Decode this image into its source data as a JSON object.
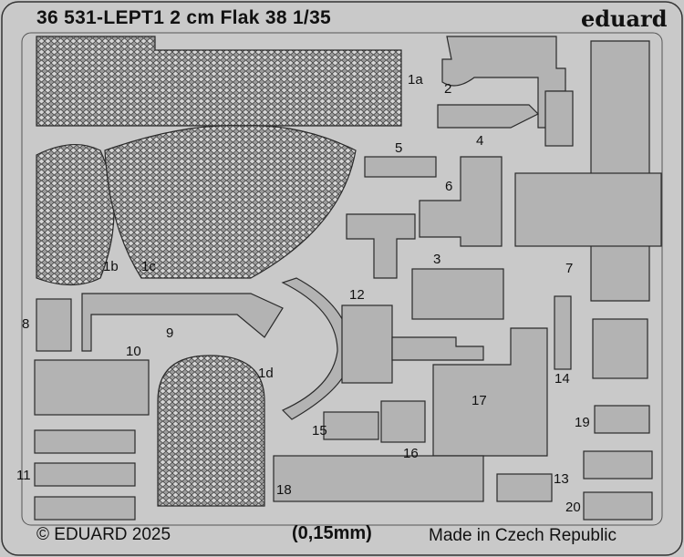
{
  "header": {
    "title": "36 531-LEPT1  2 cm Flak 38  1/35",
    "brand": "eduard"
  },
  "footer": {
    "copyright": "© EDUARD 2025",
    "thickness": "(0,15mm)",
    "origin": "Made in Czech Republic"
  },
  "part_numbers": [
    "1a",
    "1b",
    "1c",
    "1d",
    "2",
    "3",
    "4",
    "5",
    "6",
    "7",
    "8",
    "9",
    "10",
    "11",
    "12",
    "13",
    "14",
    "15",
    "16",
    "17",
    "18",
    "19",
    "20"
  ],
  "colors": {
    "fret": "#c9c9c9",
    "part": "#b3b3b3",
    "outline": "#2a2a2a"
  }
}
